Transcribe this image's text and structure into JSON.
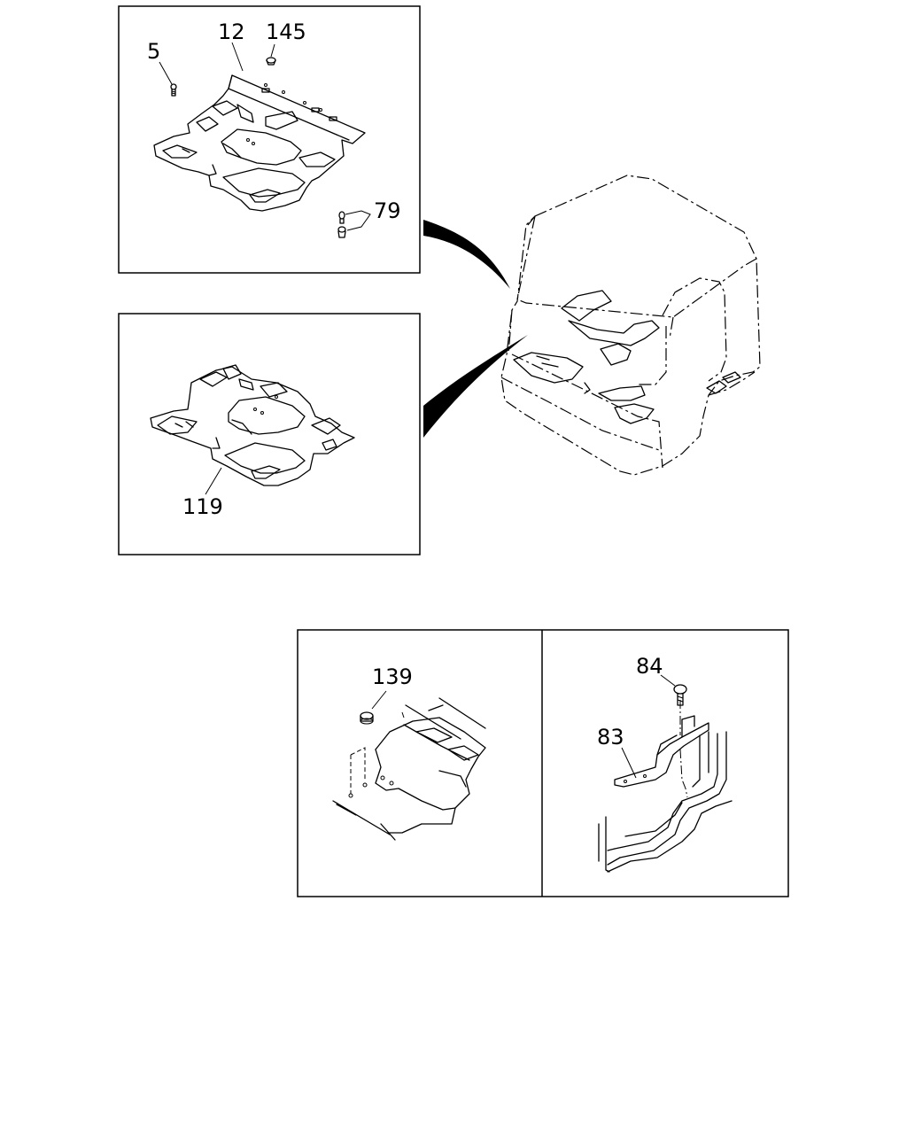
{
  "callouts": {
    "c5": "5",
    "c12": "12",
    "c145": "145",
    "c79": "79",
    "c119": "119",
    "c139": "139",
    "c84": "84",
    "c83": "83"
  }
}
